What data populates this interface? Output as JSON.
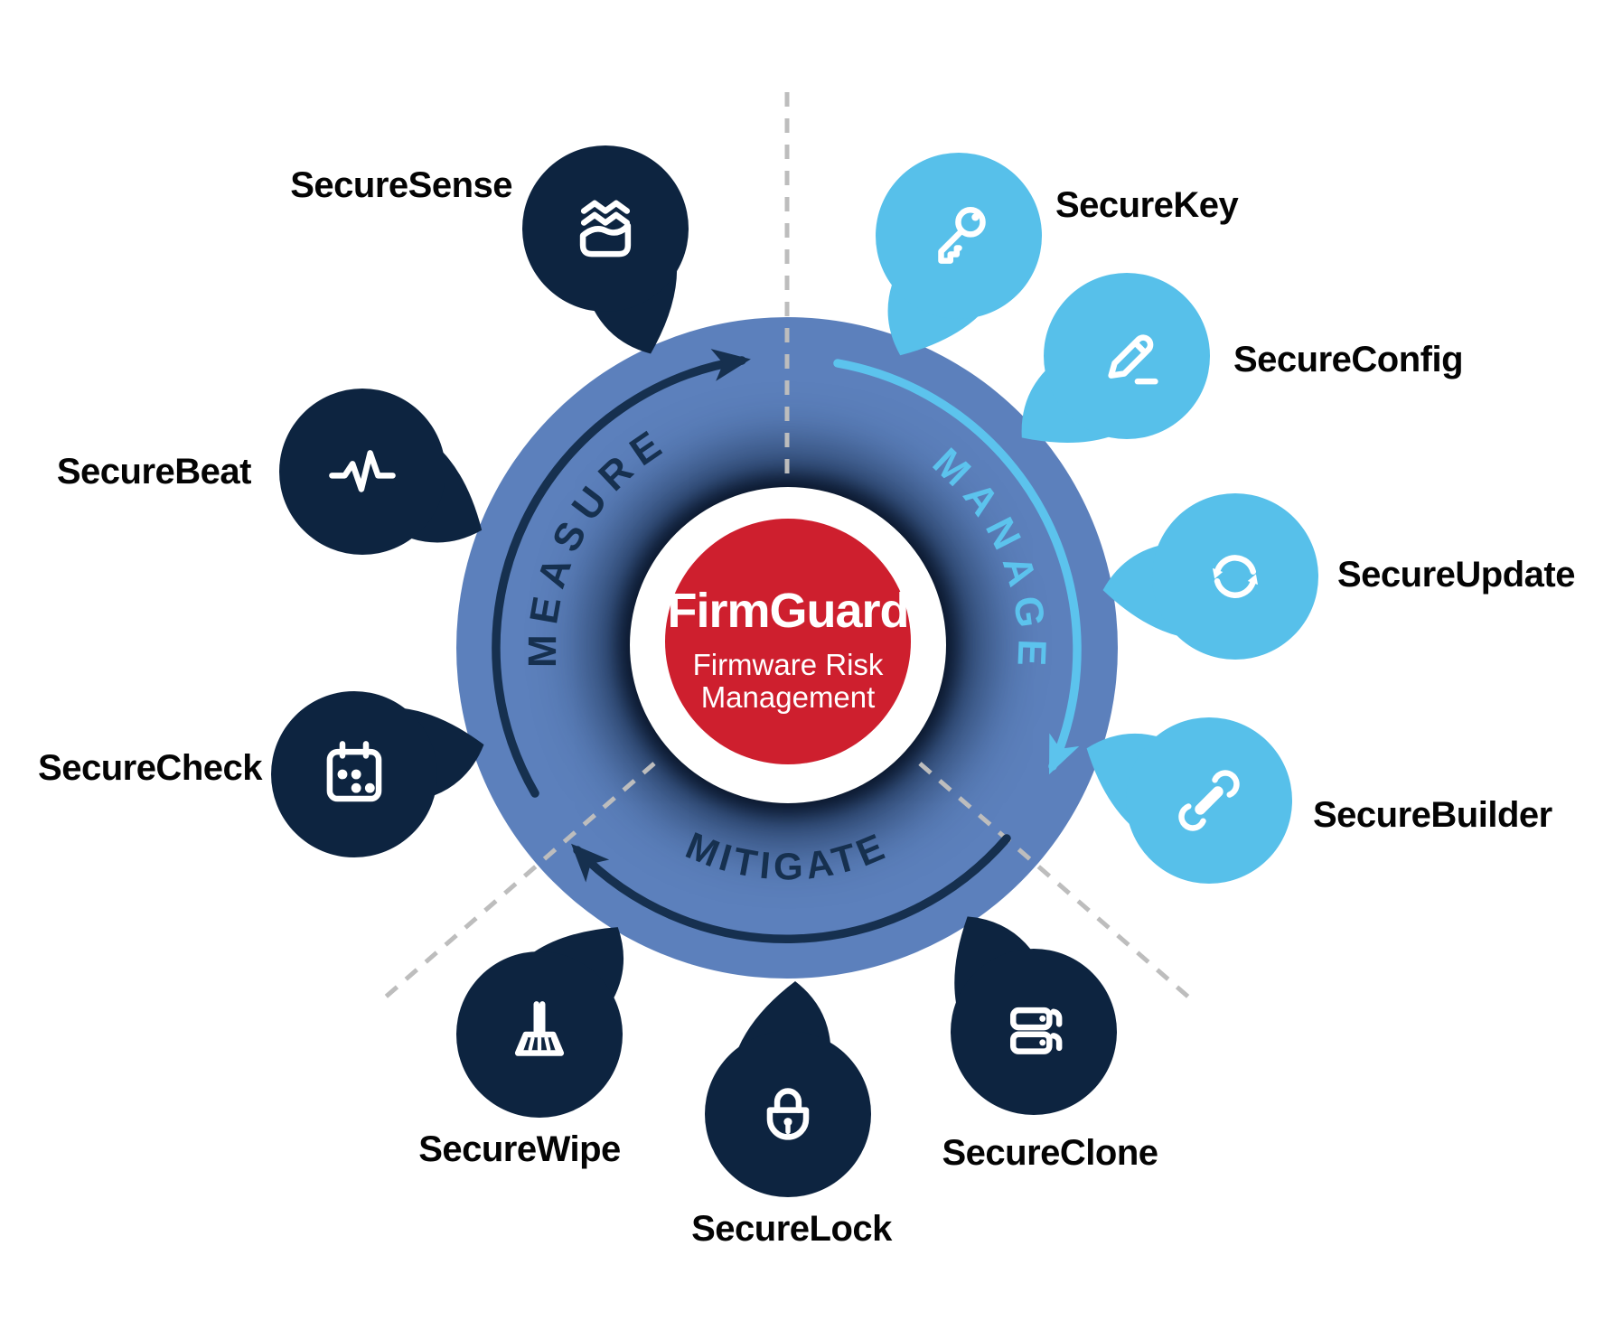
{
  "center": {
    "title": "FirmGuard",
    "subtitle_line1": "Firmware Risk",
    "subtitle_line2": "Management"
  },
  "phases": [
    {
      "label": "MEASURE",
      "color": "#16304f"
    },
    {
      "label": "MANAGE",
      "color": "#5cc3ed"
    },
    {
      "label": "MITIGATE",
      "color": "#16304f"
    }
  ],
  "products": [
    {
      "name": "SecureSense",
      "icon": "waves-tray-icon",
      "phase": "MEASURE",
      "bubble_color": "#0d2440"
    },
    {
      "name": "SecureBeat",
      "icon": "pulse-icon",
      "phase": "MEASURE",
      "bubble_color": "#0d2440"
    },
    {
      "name": "SecureCheck",
      "icon": "calendar-icon",
      "phase": "MEASURE",
      "bubble_color": "#0d2440"
    },
    {
      "name": "SecureKey",
      "icon": "key-icon",
      "phase": "MANAGE",
      "bubble_color": "#57c0ea"
    },
    {
      "name": "SecureConfig",
      "icon": "pen-icon",
      "phase": "MANAGE",
      "bubble_color": "#57c0ea"
    },
    {
      "name": "SecureUpdate",
      "icon": "sync-icon",
      "phase": "MANAGE",
      "bubble_color": "#57c0ea"
    },
    {
      "name": "SecureBuilder",
      "icon": "wrench-icon",
      "phase": "MANAGE",
      "bubble_color": "#57c0ea"
    },
    {
      "name": "SecureWipe",
      "icon": "broom-icon",
      "phase": "MITIGATE",
      "bubble_color": "#0d2440"
    },
    {
      "name": "SecureLock",
      "icon": "padlock-icon",
      "phase": "MITIGATE",
      "bubble_color": "#0d2440"
    },
    {
      "name": "SecureClone",
      "icon": "server-stack-icon",
      "phase": "MITIGATE",
      "bubble_color": "#0d2440"
    }
  ],
  "colors": {
    "ring_blue": "#5c80bc",
    "dark_navy": "#0d2440",
    "light_blue": "#57c0ea",
    "core_red": "#ce1f2e",
    "divider_gray": "#bdbdbd",
    "background": "#ffffff"
  }
}
